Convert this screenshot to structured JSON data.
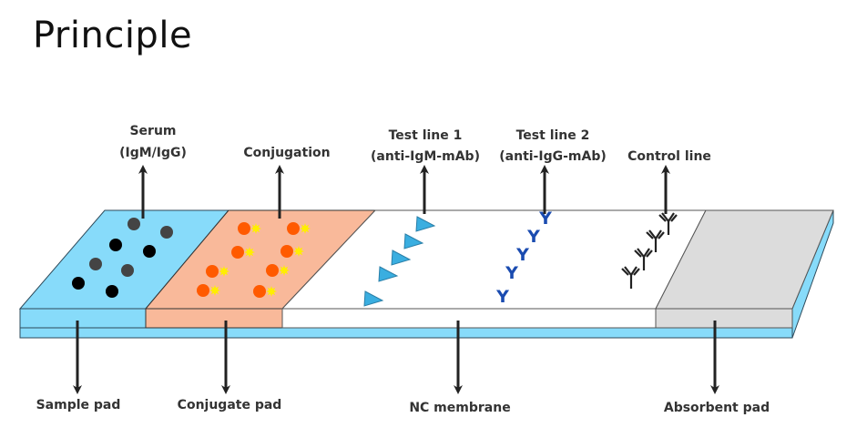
{
  "title": "Principle",
  "colors": {
    "sample_pad": "#87dbfa",
    "conjugate_pad": "#f9b99a",
    "nc_membrane": "#ffffff",
    "absorbent_pad": "#dcdcdc",
    "backing": "#87dbfa",
    "serum_dark": "#000000",
    "serum_grey": "#444444",
    "gold_particle": "#ff5a00",
    "antigen_label": "#ffee00",
    "test_line_1": "#3aaee0",
    "test_line_2": "#1a4bb0",
    "control_line": "#222222",
    "arrow": "#222222"
  },
  "top_labels": [
    {
      "id": "serum",
      "lines": [
        "Serum",
        "(IgM/IgG)"
      ]
    },
    {
      "id": "conjugation",
      "lines": [
        "Conjugation"
      ]
    },
    {
      "id": "test-line-1",
      "lines": [
        "Test line 1",
        "(anti-IgM-mAb)"
      ]
    },
    {
      "id": "test-line-2",
      "lines": [
        "Test line 2",
        "(anti-IgG-mAb)"
      ]
    },
    {
      "id": "control-line",
      "lines": [
        "Control line"
      ]
    }
  ],
  "bottom_labels": [
    {
      "id": "sample-pad",
      "text": "Sample pad"
    },
    {
      "id": "conjugate-pad",
      "text": "Conjugate pad"
    },
    {
      "id": "nc-membrane",
      "text": "NC membrane"
    },
    {
      "id": "absorbent-pad",
      "text": "Absorbent pad"
    }
  ],
  "test_line_2_glyph": "Y"
}
